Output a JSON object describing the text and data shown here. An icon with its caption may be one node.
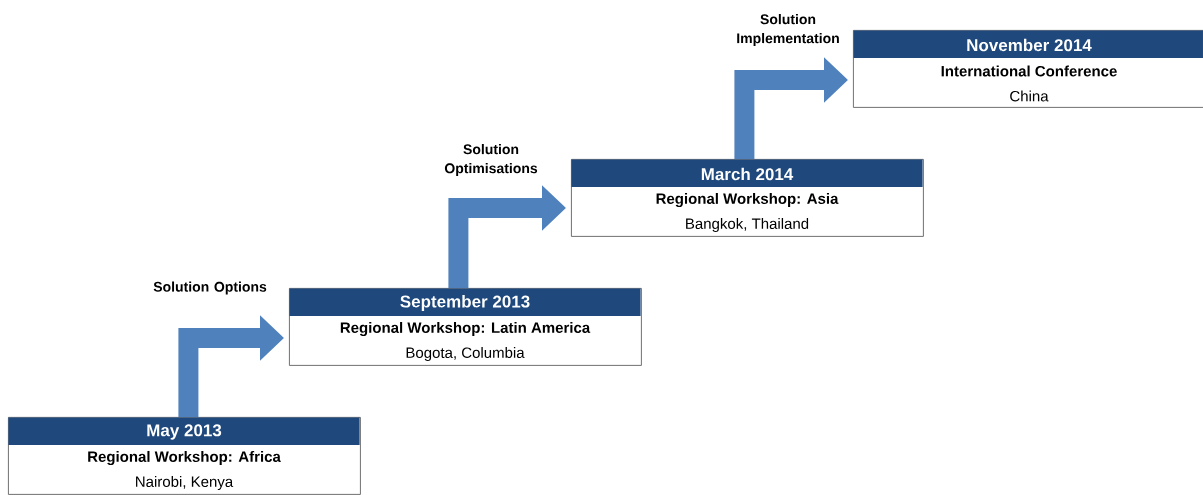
{
  "diagram": {
    "nodes": [
      {
        "text": [
          "May 2013",
          "Regional Workshop: Africa",
          "Nairobi, Kenya"
        ]
      },
      {
        "text": [
          "September 2013",
          "Regional Workshop: Latin America",
          "Bogota, Columbia"
        ]
      },
      {
        "text": [
          "March 2014",
          "Regional Workshop: Asia",
          "Bangkok, Thailand"
        ]
      },
      {
        "text": [
          "November 2014",
          "International Conference",
          "China"
        ]
      }
    ],
    "edges": [
      {
        "from": 0,
        "to": 1,
        "arrow": "to",
        "label": "Solution Options"
      },
      {
        "from": 1,
        "to": 2,
        "arrow": "to",
        "label": "Solution Optimisations"
      },
      {
        "from": 2,
        "to": 3,
        "arrow": "to",
        "label": "Solution Implementation"
      }
    ]
  }
}
